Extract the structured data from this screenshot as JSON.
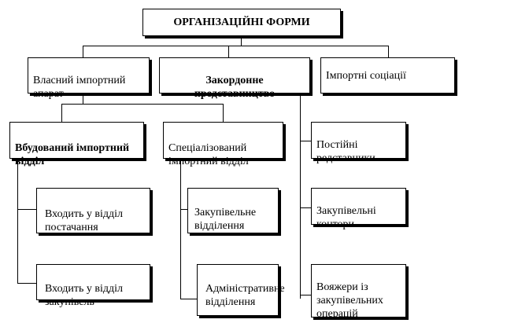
{
  "title": "ОРГАНІЗАЦІЙНІ  ФОРМИ",
  "level1": {
    "own_apparatus": "Власний імпортний апарат",
    "foreign_office": "Закордонне представництво",
    "import_associations": "Імпортні соціації"
  },
  "own_branch": {
    "built_in_department": "Вбудований імпортний відділ",
    "specialized_department": "Спеціалізований імпортний відділ",
    "supply_department": "Входить  у відділ постачання",
    "purchasing_department": "Входить  у відділ закупівель",
    "purchasing_office": "Закупівельне відділення",
    "administrative_office": "Адміністративне відділення"
  },
  "foreign_branch": {
    "permanent_representatives": "Постійні редставники",
    "purchasing_contors": "Закупівельні контори",
    "purchasing_travelers": "Вояжери із закупівельних операцій"
  },
  "colors": {
    "line": "#000000",
    "box_fill": "#ffffff",
    "text": "#000000"
  }
}
